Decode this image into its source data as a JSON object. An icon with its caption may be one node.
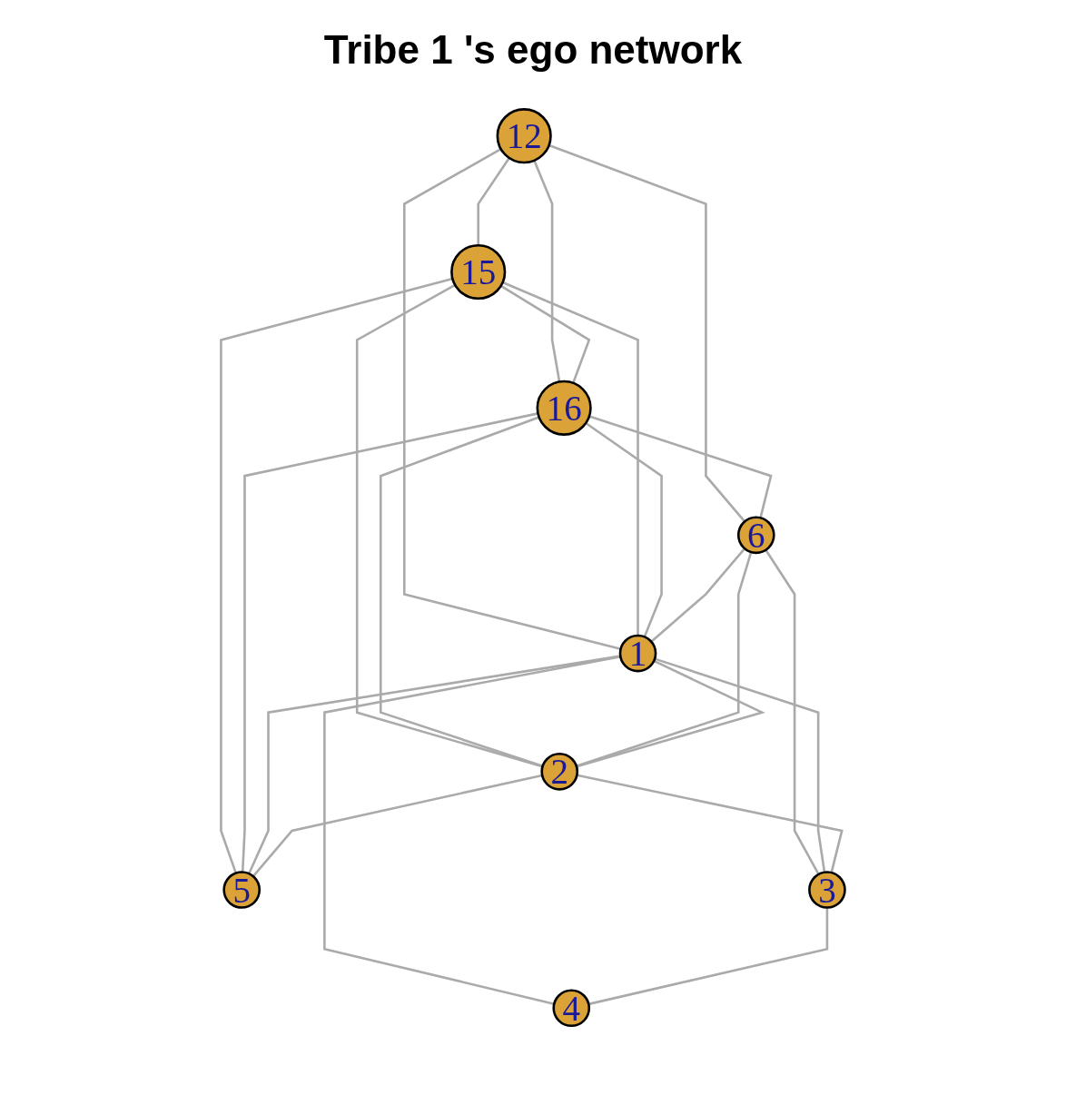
{
  "diagram": {
    "title": "Tribe 1 's ego network",
    "nodes": [
      {
        "text": [
          "12"
        ]
      },
      {
        "text": [
          "15"
        ]
      },
      {
        "text": [
          "16"
        ]
      },
      {
        "text": [
          "5"
        ]
      },
      {
        "text": [
          "6"
        ]
      },
      {
        "text": [
          "1"
        ]
      },
      {
        "text": [
          "2"
        ]
      },
      {
        "text": [
          "3"
        ]
      },
      {
        "text": [
          "4"
        ]
      }
    ],
    "edges": [
      {
        "from": 0,
        "to": 1,
        "arrow": "none"
      },
      {
        "from": 0,
        "to": 2,
        "arrow": "none"
      },
      {
        "from": 0,
        "to": 4,
        "arrow": "none"
      },
      {
        "from": 0,
        "to": 5,
        "arrow": "none"
      },
      {
        "from": 1,
        "to": 2,
        "arrow": "none"
      },
      {
        "from": 1,
        "to": 5,
        "arrow": "none"
      },
      {
        "from": 1,
        "to": 6,
        "arrow": "none"
      },
      {
        "from": 1,
        "to": 3,
        "arrow": "none"
      },
      {
        "from": 2,
        "to": 3,
        "arrow": "none"
      },
      {
        "from": 2,
        "to": 4,
        "arrow": "none"
      },
      {
        "from": 2,
        "to": 5,
        "arrow": "none"
      },
      {
        "from": 2,
        "to": 6,
        "arrow": "none"
      },
      {
        "from": 4,
        "to": 5,
        "arrow": "none"
      },
      {
        "from": 4,
        "to": 6,
        "arrow": "none"
      },
      {
        "from": 4,
        "to": 7,
        "arrow": "none"
      },
      {
        "from": 5,
        "to": 6,
        "arrow": "none"
      },
      {
        "from": 5,
        "to": 3,
        "arrow": "none"
      },
      {
        "from": 6,
        "to": 3,
        "arrow": "none"
      },
      {
        "from": 5,
        "to": 7,
        "arrow": "none"
      },
      {
        "from": 5,
        "to": 8,
        "arrow": "none"
      },
      {
        "from": 6,
        "to": 7,
        "arrow": "none"
      },
      {
        "from": 7,
        "to": 8,
        "arrow": "none"
      }
    ]
  }
}
